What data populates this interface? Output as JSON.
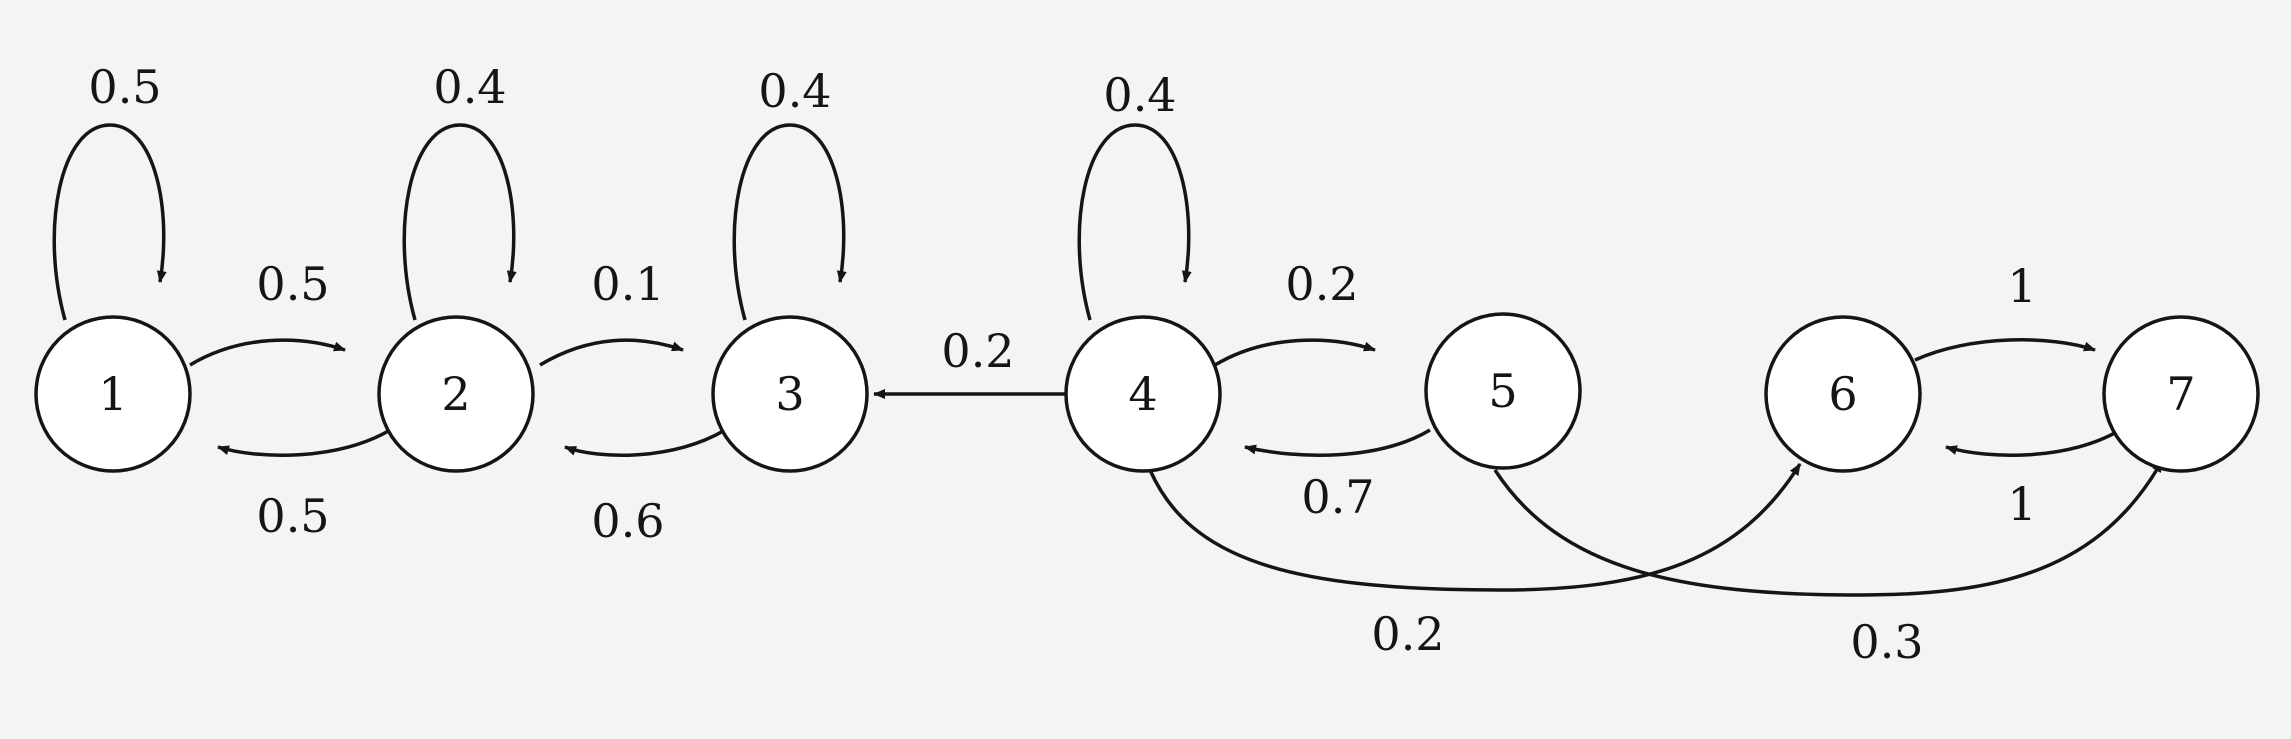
{
  "diagram": {
    "nodes": [
      {
        "id": "1",
        "label": "1"
      },
      {
        "id": "2",
        "label": "2"
      },
      {
        "id": "3",
        "label": "3"
      },
      {
        "id": "4",
        "label": "4"
      },
      {
        "id": "5",
        "label": "5"
      },
      {
        "id": "6",
        "label": "6"
      },
      {
        "id": "7",
        "label": "7"
      }
    ],
    "edges": [
      {
        "from": "1",
        "to": "1",
        "label": "0.5"
      },
      {
        "from": "2",
        "to": "2",
        "label": "0.4"
      },
      {
        "from": "3",
        "to": "3",
        "label": "0.4"
      },
      {
        "from": "4",
        "to": "4",
        "label": "0.4"
      },
      {
        "from": "1",
        "to": "2",
        "label": "0.5"
      },
      {
        "from": "2",
        "to": "1",
        "label": "0.5"
      },
      {
        "from": "2",
        "to": "3",
        "label": "0.1"
      },
      {
        "from": "3",
        "to": "2",
        "label": "0.6"
      },
      {
        "from": "4",
        "to": "3",
        "label": "0.2"
      },
      {
        "from": "4",
        "to": "5",
        "label": "0.2"
      },
      {
        "from": "5",
        "to": "4",
        "label": "0.7"
      },
      {
        "from": "6",
        "to": "7",
        "label": "1"
      },
      {
        "from": "7",
        "to": "6",
        "label": "1"
      },
      {
        "from": "4",
        "to": "6",
        "label": "0.2"
      },
      {
        "from": "5",
        "to": "7",
        "label": "0.3"
      }
    ],
    "colors": {
      "stroke": "#151515",
      "node_fill": "#ffffff",
      "background": "#f4f4f2"
    }
  }
}
